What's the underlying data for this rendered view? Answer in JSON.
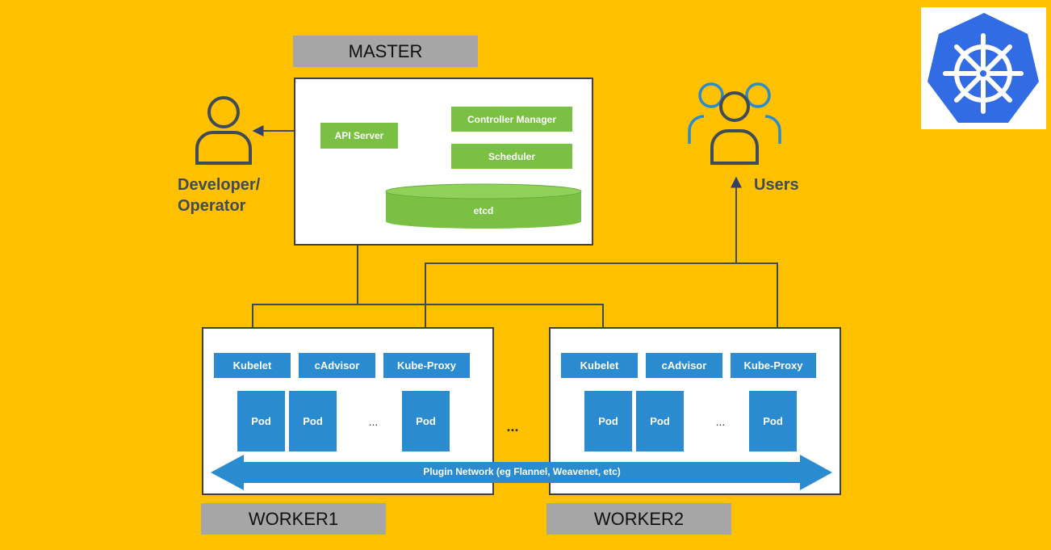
{
  "master": {
    "label": "MASTER",
    "api_server": "API Server",
    "controller_manager": "Controller Manager",
    "scheduler": "Scheduler",
    "etcd": "etcd"
  },
  "developer": {
    "line1": "Developer/",
    "line2": "Operator"
  },
  "users": {
    "label": "Users"
  },
  "worker1": {
    "label": "WORKER1",
    "kubelet": "Kubelet",
    "cadvisor": "cAdvisor",
    "kube_proxy": "Kube-Proxy",
    "pods": [
      "Pod",
      "Pod",
      "Pod"
    ],
    "ellipsis": "..."
  },
  "worker2": {
    "label": "WORKER2",
    "kubelet": "Kubelet",
    "cadvisor": "cAdvisor",
    "kube_proxy": "Kube-Proxy",
    "pods": [
      "Pod",
      "Pod",
      "Pod"
    ],
    "ellipsis": "..."
  },
  "between_workers": "...",
  "plugin_network": "Plugin Network (eg Flannel, Weavenet, etc)",
  "logo": {
    "icon": "kubernetes-helm-wheel-icon"
  },
  "colors": {
    "background": "#FFC000",
    "master_component": "#7AC143",
    "worker_component": "#2A8BD0",
    "label_box": "#A6A6A6",
    "connector": "#404B5A"
  }
}
